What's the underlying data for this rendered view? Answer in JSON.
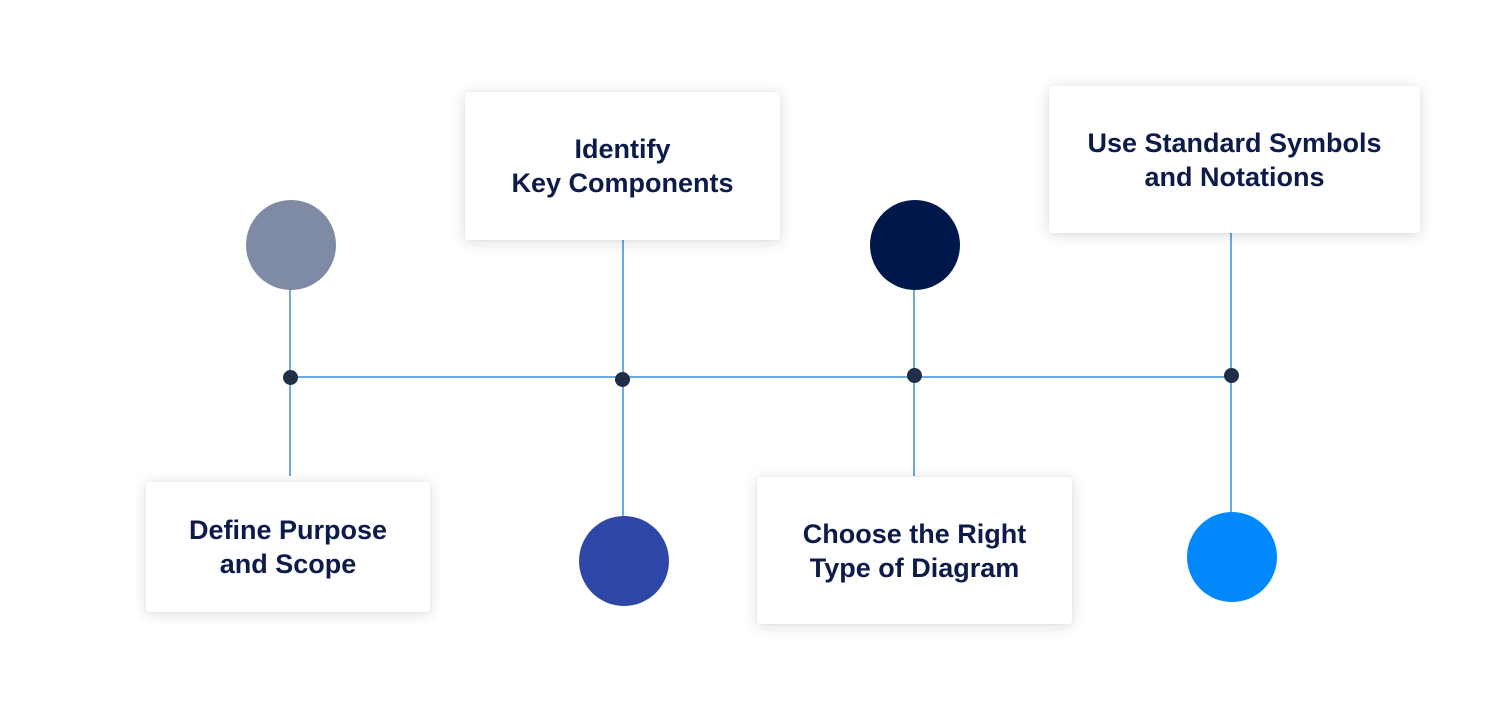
{
  "steps": [
    {
      "label": "Define Purpose\nand Scope",
      "color": "#7f8ba5"
    },
    {
      "label": "Identify\nKey Components",
      "color": "#2e47a6"
    },
    {
      "label": "Choose the Right\nType of Diagram",
      "color": "#00174b"
    },
    {
      "label": "Use Standard Symbols\nand Notations",
      "color": "#0088fc"
    }
  ],
  "colors": {
    "line": "#3a8fd6",
    "dot": "#1e2f47",
    "text": "#0d1b4b"
  }
}
